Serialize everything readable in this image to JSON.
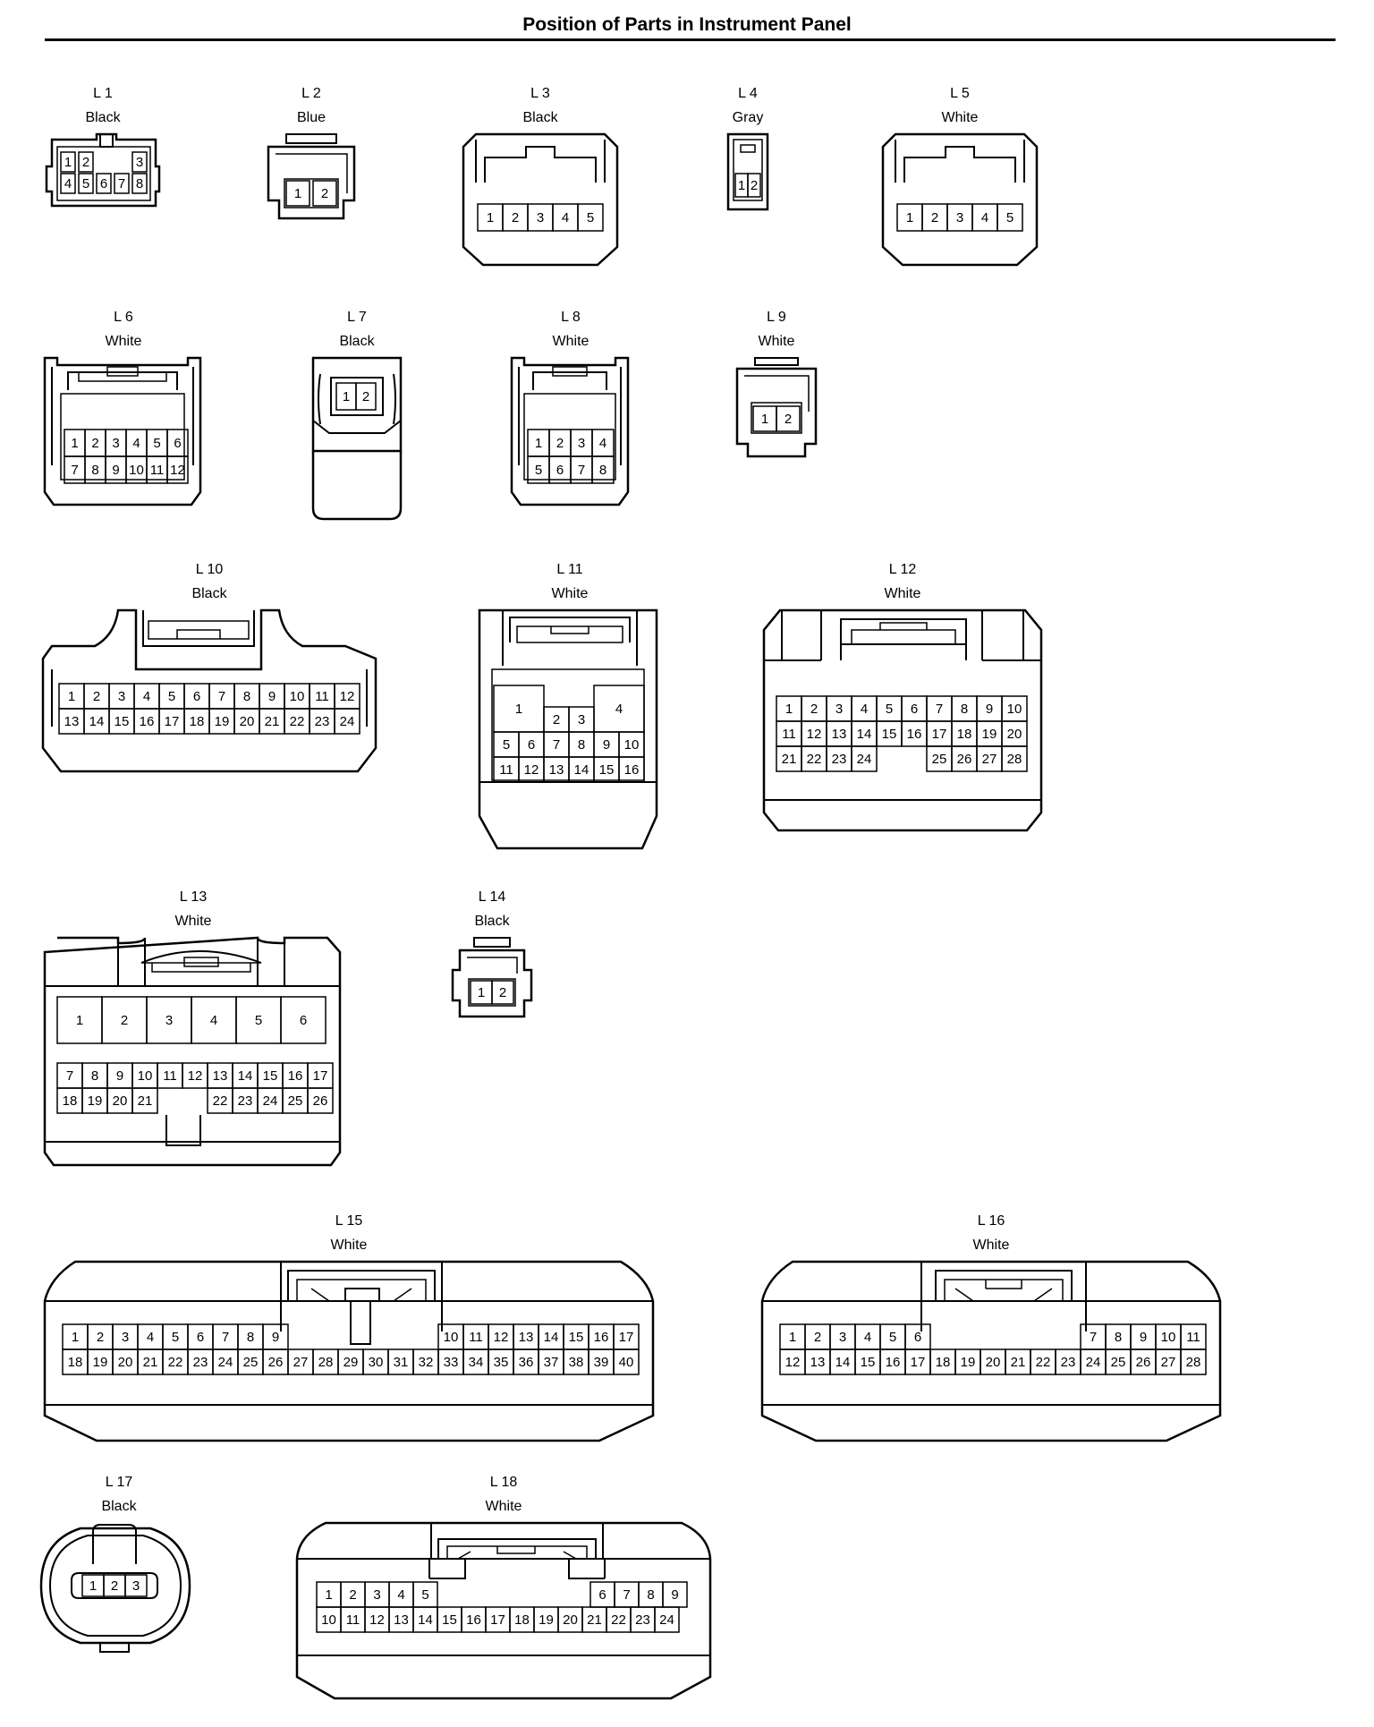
{
  "title": "Position of Parts in Instrument Panel",
  "connectors": [
    {
      "id": "L 1",
      "color": "Black",
      "pins": [
        "1",
        "2",
        "3",
        "4",
        "5",
        "6",
        "7",
        "8"
      ]
    },
    {
      "id": "L 2",
      "color": "Blue",
      "pins": [
        "1",
        "2"
      ]
    },
    {
      "id": "L 3",
      "color": "Black",
      "pins": [
        "1",
        "2",
        "3",
        "4",
        "5"
      ]
    },
    {
      "id": "L 4",
      "color": "Gray",
      "pins": [
        "1",
        "2"
      ]
    },
    {
      "id": "L 5",
      "color": "White",
      "pins": [
        "1",
        "2",
        "3",
        "4",
        "5"
      ]
    },
    {
      "id": "L 6",
      "color": "White",
      "pins": [
        "1",
        "2",
        "3",
        "4",
        "5",
        "6",
        "7",
        "8",
        "9",
        "10",
        "11",
        "12"
      ]
    },
    {
      "id": "L 7",
      "color": "Black",
      "pins": [
        "1",
        "2"
      ]
    },
    {
      "id": "L 8",
      "color": "White",
      "pins": [
        "1",
        "2",
        "3",
        "4",
        "5",
        "6",
        "7",
        "8"
      ]
    },
    {
      "id": "L 9",
      "color": "White",
      "pins": [
        "1",
        "2"
      ]
    },
    {
      "id": "L 10",
      "color": "Black",
      "pins": [
        "1",
        "2",
        "3",
        "4",
        "5",
        "6",
        "7",
        "8",
        "9",
        "10",
        "11",
        "12",
        "13",
        "14",
        "15",
        "16",
        "17",
        "18",
        "19",
        "20",
        "21",
        "22",
        "23",
        "24"
      ]
    },
    {
      "id": "L 11",
      "color": "White",
      "pins": [
        "1",
        "2",
        "3",
        "4",
        "5",
        "6",
        "7",
        "8",
        "9",
        "10",
        "11",
        "12",
        "13",
        "14",
        "15",
        "16"
      ]
    },
    {
      "id": "L 12",
      "color": "White",
      "pins": [
        "1",
        "2",
        "3",
        "4",
        "5",
        "6",
        "7",
        "8",
        "9",
        "10",
        "11",
        "12",
        "13",
        "14",
        "15",
        "16",
        "17",
        "18",
        "19",
        "20",
        "21",
        "22",
        "23",
        "24",
        "25",
        "26",
        "27",
        "28"
      ]
    },
    {
      "id": "L 13",
      "color": "White",
      "pins": [
        "1",
        "2",
        "3",
        "4",
        "5",
        "6",
        "7",
        "8",
        "9",
        "10",
        "11",
        "12",
        "13",
        "14",
        "15",
        "16",
        "17",
        "18",
        "19",
        "20",
        "21",
        "22",
        "23",
        "24",
        "25",
        "26"
      ]
    },
    {
      "id": "L 14",
      "color": "Black",
      "pins": [
        "1",
        "2"
      ]
    },
    {
      "id": "L 15",
      "color": "White",
      "pins": [
        "1",
        "2",
        "3",
        "4",
        "5",
        "6",
        "7",
        "8",
        "9",
        "10",
        "11",
        "12",
        "13",
        "14",
        "15",
        "16",
        "17",
        "18",
        "19",
        "20",
        "21",
        "22",
        "23",
        "24",
        "25",
        "26",
        "27",
        "28",
        "29",
        "30",
        "31",
        "32",
        "33",
        "34",
        "35",
        "36",
        "37",
        "38",
        "39",
        "40"
      ]
    },
    {
      "id": "L 16",
      "color": "White",
      "pins": [
        "1",
        "2",
        "3",
        "4",
        "5",
        "6",
        "7",
        "8",
        "9",
        "10",
        "11",
        "12",
        "13",
        "14",
        "15",
        "16",
        "17",
        "18",
        "19",
        "20",
        "21",
        "22",
        "23",
        "24",
        "25",
        "26",
        "27",
        "28"
      ]
    },
    {
      "id": "L 17",
      "color": "Black",
      "pins": [
        "1",
        "2",
        "3"
      ]
    },
    {
      "id": "L 18",
      "color": "White",
      "pins": [
        "1",
        "2",
        "3",
        "4",
        "5",
        "6",
        "7",
        "8",
        "9",
        "10",
        "11",
        "12",
        "13",
        "14",
        "15",
        "16",
        "17",
        "18",
        "19",
        "20",
        "21",
        "22",
        "23",
        "24"
      ]
    }
  ]
}
